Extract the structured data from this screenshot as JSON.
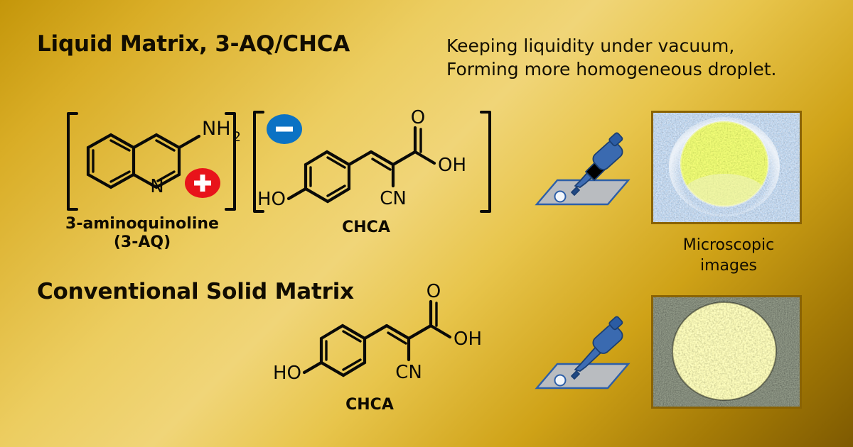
{
  "figure": {
    "background_colors": {
      "gold_dark": "#c4960a",
      "gold_light": "#f0d578",
      "gold_deep_shadow": "#7e5a01"
    }
  },
  "rows": {
    "liquid": {
      "heading": "Liquid Matrix, 3-AQ/CHCA",
      "tagline_line1": "Keeping liquidity under vacuum,",
      "tagline_line2": "Forming more homogeneous droplet."
    },
    "solid": {
      "heading": "Conventional Solid Matrix"
    }
  },
  "molecules": {
    "aminoquinoline": {
      "caption_line1": "3-aminoquinoline",
      "caption_line2": "(3-AQ)",
      "atom_labels": {
        "amine": "NH",
        "amine_subscript": "2",
        "ring_nitrogen": "N"
      },
      "charge": {
        "symbol": "+",
        "color": "#e8131a",
        "name": "positive-charge-badge"
      },
      "brackets": true
    },
    "chca_top": {
      "caption": "CHCA",
      "atom_labels": {
        "hydroxyl": "HO",
        "carbonyl_oxygen": "O",
        "acid_hydroxyl": "OH",
        "nitrile": "CN"
      },
      "charge": {
        "symbol": "–",
        "color": "#0b72c4",
        "name": "negative-charge-badge"
      },
      "brackets": true
    },
    "chca_bottom": {
      "caption": "CHCA",
      "atom_labels": {
        "hydroxyl": "HO",
        "carbonyl_oxygen": "O",
        "acid_hydroxyl": "OH",
        "nitrile": "CN"
      },
      "charge": null,
      "brackets": false
    }
  },
  "illustrations": {
    "pipette_top": {
      "name": "pipette-spotting-target-plate",
      "body_color": "#2d5fa8",
      "plate_color": "#b9bcc0"
    },
    "pipette_bottom": {
      "name": "pipette-spotting-target-plate",
      "body_color": "#2d5fa8",
      "plate_color": "#b9bcc0"
    }
  },
  "photos": {
    "caption_line1": "Microscopic",
    "caption_line2": "images",
    "liquid_droplet": {
      "name": "microscopy-liquid-droplet",
      "spot_color": "#a8c03a",
      "background_color": "#5a7ba3",
      "description": "homogeneous yellow-green droplet on steel plate"
    },
    "solid_crystals": {
      "name": "microscopy-solid-crystals",
      "spot_color": "#cfcd8e",
      "background_color": "#141712",
      "description": "crystalline pale-yellow spot on dark plate"
    }
  }
}
